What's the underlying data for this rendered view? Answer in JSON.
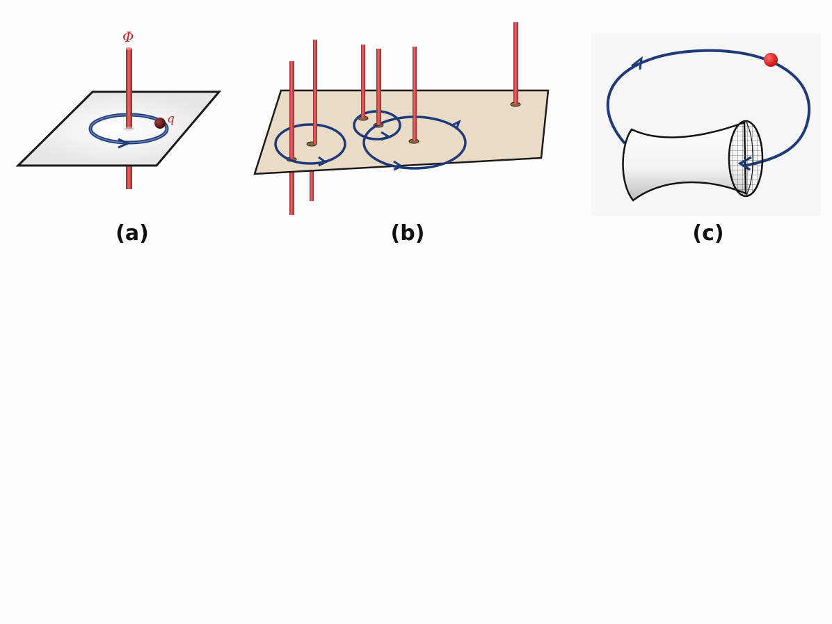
{
  "panels": [
    {
      "caption": "(a)",
      "flux_label": "Φ",
      "charge_label": "q"
    },
    {
      "caption": "(b)"
    },
    {
      "caption": "(c)"
    }
  ],
  "colors": {
    "tube": "#d23b3b",
    "loop": "#1f3a78",
    "plane_a": "#f1f1f1",
    "plane_b": "#eadbc6",
    "charge_a": "#4a0e0e",
    "charge_c": "#e31b1b"
  }
}
